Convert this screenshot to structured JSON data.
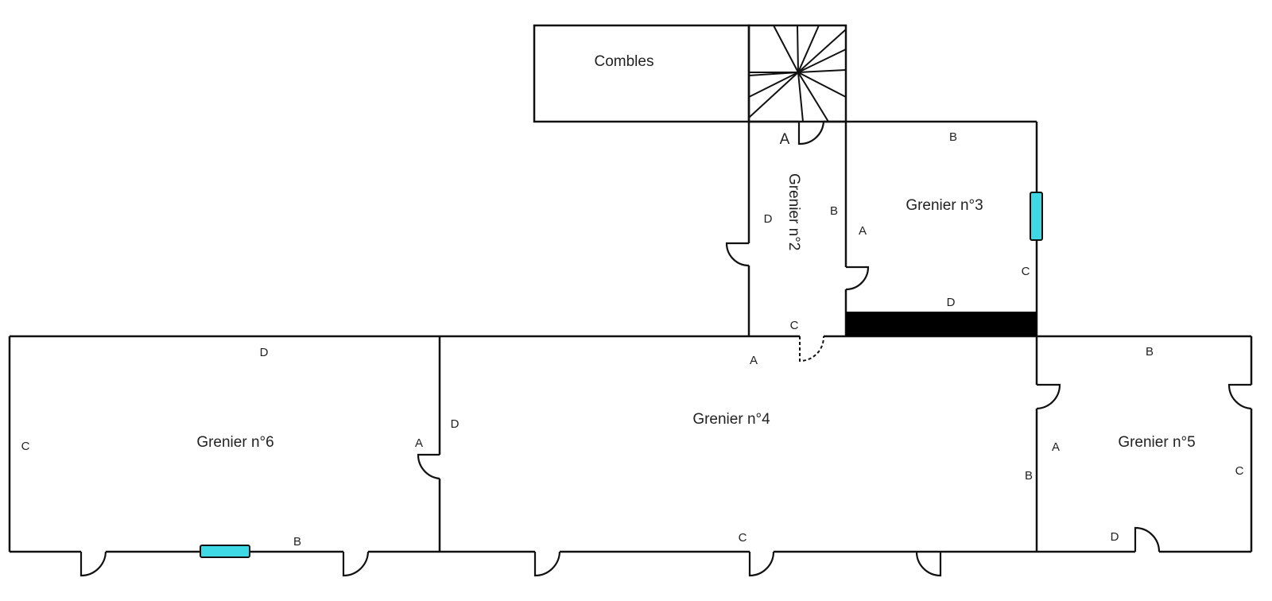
{
  "rooms": {
    "combles": "Combles",
    "grenier2": "Grenier n°2",
    "grenier3": "Grenier n°3",
    "grenier4": "Grenier n°4",
    "grenier5": "Grenier n°5",
    "grenier6": "Grenier n°6"
  },
  "wall_letters": {
    "g2_a": "A",
    "g2_b": "B",
    "g2_c": "C",
    "g2_d": "D",
    "g3_a": "A",
    "g3_b": "B",
    "g3_c": "C",
    "g3_d": "D",
    "g4_a": "A",
    "g4_b": "B",
    "g4_c": "C",
    "g4_d": "D",
    "g5_a": "A",
    "g5_b": "B",
    "g5_c": "C",
    "g5_d": "D",
    "g6_a": "A",
    "g6_b": "B",
    "g6_c": "C",
    "g6_d": "D"
  },
  "colors": {
    "window_fill": "#3fd9e6",
    "wall": "#111111",
    "beam": "#000000"
  },
  "icons": {
    "staircase": "spiral-staircase-icon",
    "door": "door-swing-icon",
    "window": "window-icon"
  }
}
